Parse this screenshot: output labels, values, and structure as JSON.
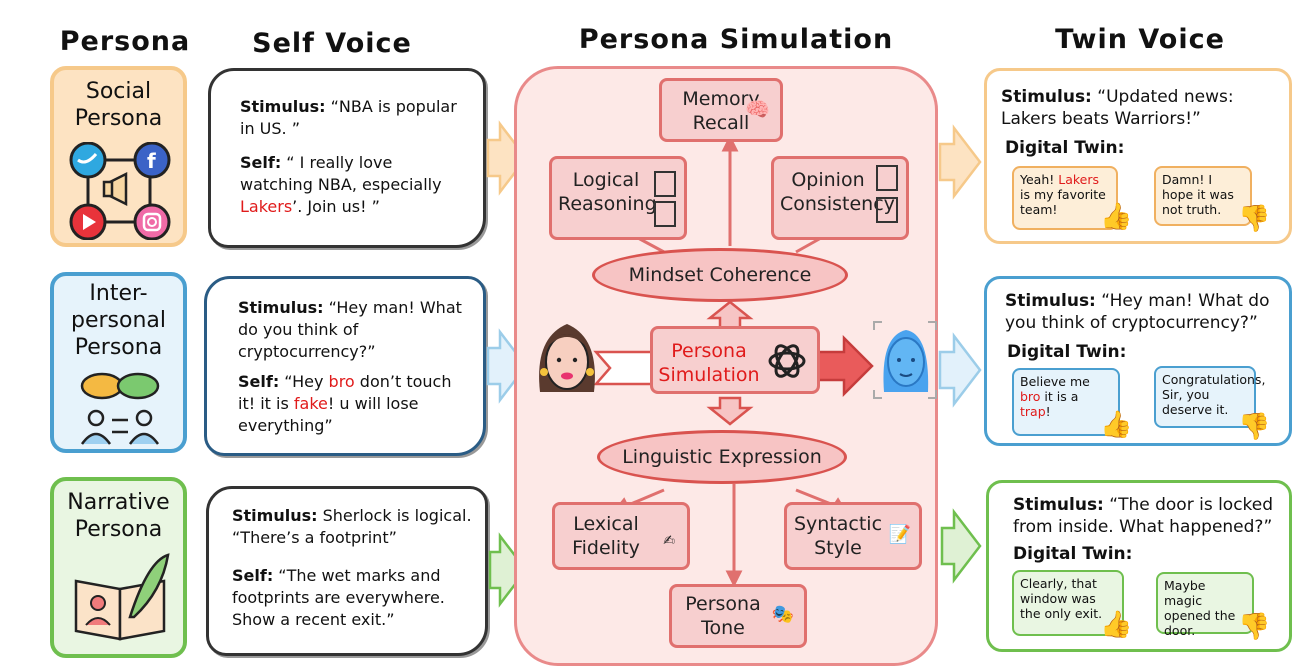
{
  "headers": {
    "persona": "Persona",
    "self_voice": "Self Voice",
    "simulation": "Persona Simulation",
    "twin_voice": "Twin Voice"
  },
  "personas": [
    {
      "line1": "Social",
      "line2": "Persona",
      "line3": ""
    },
    {
      "line1": "Inter-",
      "line2": "personal",
      "line3": "Persona"
    },
    {
      "line1": "Narrative",
      "line2": "Persona",
      "line3": ""
    }
  ],
  "self_voice": [
    {
      "stim_label": "Stimulus:",
      "stim_text": " “NBA is popular in US. ”",
      "self_label": "Self:",
      "self_a": " “ I really love watching NBA, especially ",
      "self_red": "Lakers",
      "self_b": "’. Join us! ”"
    },
    {
      "stim_label": "Stimulus:",
      "stim_text": " “Hey man! What do you think of cryptocurrency?”",
      "self_label": "Self:",
      "self_a": " “Hey ",
      "self_red1": "bro",
      "self_b": " don’t touch it! it is ",
      "self_red2": "fake",
      "self_c": "! u will lose everything”"
    },
    {
      "stim_label": "Stimulus:",
      "stim_text": " Sherlock is logical. “There’s  a footprint”",
      "self_label": "Self:",
      "self_a": " “The wet marks and footprints are everywhere. Show a recent exit.”"
    }
  ],
  "simulation": {
    "memory": "Memory Recall",
    "logical": "Logical Reasoning",
    "opinion": "Opinion Consistency",
    "mindset": "Mindset Coherence",
    "center_l1": "Persona",
    "center_l2": "Simulation",
    "linguistic": "Linguistic Expression",
    "lexical": "Lexical Fidelity",
    "syntactic": "Syntactic Style",
    "tone": "Persona Tone"
  },
  "twin_voice": [
    {
      "stim_label": "Stimulus:",
      "stim_text": " “Updated news: Lakers beats Warriors!”",
      "dt_label": "Digital Twin:",
      "pos_a": "Yeah! ",
      "pos_red": "Lakers",
      "pos_b": " is my favorite team!",
      "neg": "Damn! I hope it was not truth."
    },
    {
      "stim_label": "Stimulus:",
      "stim_text": " “Hey man! What do you think of cryptocurrency?”",
      "dt_label": "Digital Twin:",
      "pos_a": "Believe me ",
      "pos_red1": "bro",
      "pos_b": " it is a ",
      "pos_red2": "trap",
      "pos_c": "!",
      "neg": "Congratulations, Sir, you deserve it."
    },
    {
      "stim_label": "Stimulus:",
      "stim_text": " “The door is locked from inside. What happened?”",
      "dt_label": "Digital Twin:",
      "pos_a": "Clearly, that window was the only exit.",
      "neg": "Maybe magic opened the door."
    }
  ],
  "colors": {
    "social": "#f9b96b",
    "interpersonal": "#4a9fd0",
    "narrative": "#6fbf4e",
    "core": "#e98a8a",
    "accent_red": "#e01b1b"
  },
  "icons": [
    "twitter-icon",
    "facebook-icon",
    "megaphone-icon",
    "youtube-icon",
    "instagram-icon",
    "chat-bubbles-icon",
    "people-exchange-icon",
    "book-quill-icon",
    "brain-icon",
    "chatgpt-logo-icon",
    "woman-face-icon",
    "robot-face-icon",
    "thumbs-up-icon",
    "thumbs-down-icon"
  ]
}
